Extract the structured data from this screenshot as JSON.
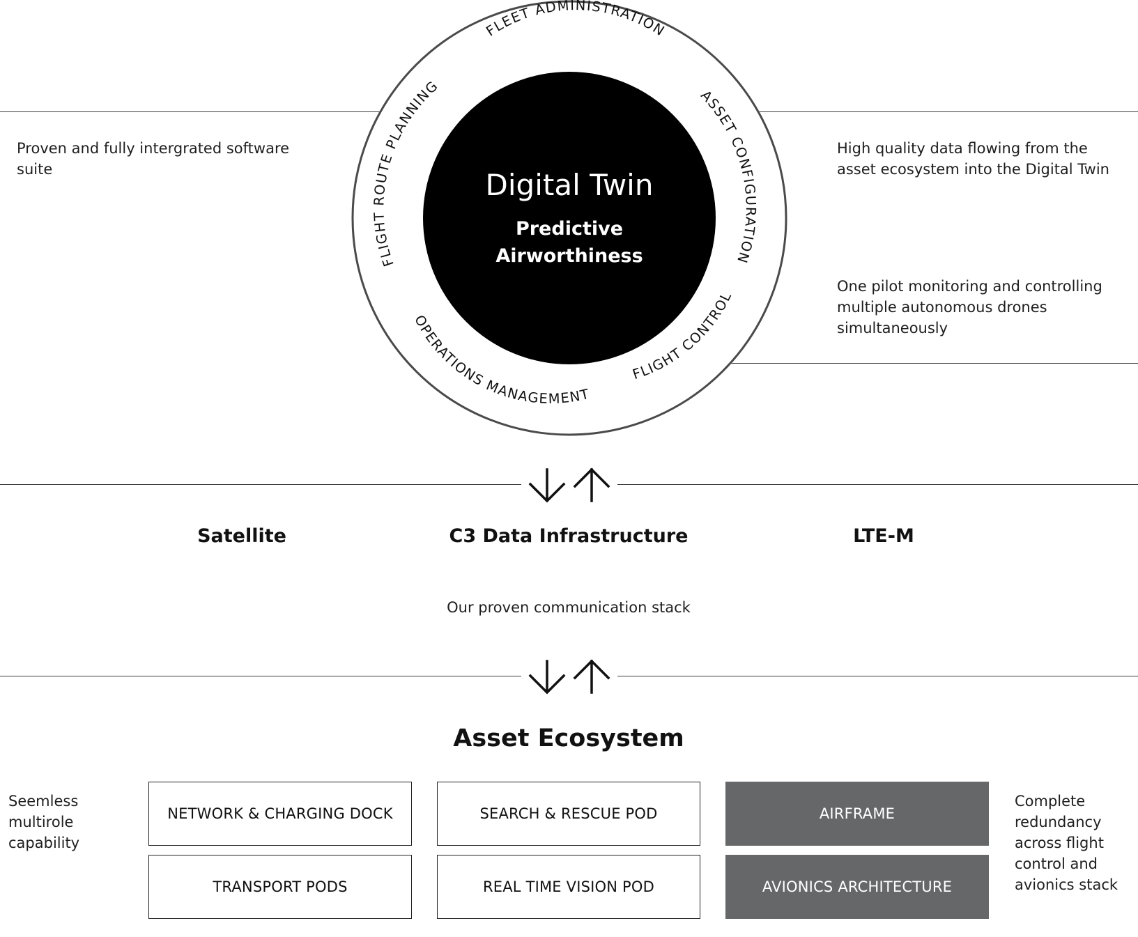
{
  "hub": {
    "title": "Digital Twin",
    "subtitle_line1": "Predictive",
    "subtitle_line2": "Airworthiness",
    "ring_labels": {
      "top": "FLEET ADMINISTRATION",
      "right": "ASSET CONFIGURATION",
      "bottom_right": "FLIGHT CONTROL",
      "bottom": "OPERATIONS MANAGEMENT",
      "left": "FLIGHT ROUTE PLANNING"
    }
  },
  "notes": {
    "left_top": "Proven and fully intergrated software suite",
    "right_top": "High quality data flowing from the asset ecosystem into the Digital Twin",
    "right_mid": "One pilot monitoring and controlling multiple autonomous drones simultaneously"
  },
  "comms": {
    "left": "Satellite",
    "center": "C3 Data Infrastructure",
    "right": "LTE-M",
    "caption": "Our proven communication stack"
  },
  "ecosystem": {
    "title": "Asset Ecosystem",
    "left_note": "Seemless multirole capability",
    "right_note": "Complete redundancy across flight control and avionics stack",
    "boxes": {
      "network_dock": "NETWORK & CHARGING DOCK",
      "search_rescue": "SEARCH & RESCUE POD",
      "airframe": "AIRFRAME",
      "transport": "TRANSPORT PODS",
      "vision": "REAL TIME VISION POD",
      "avionics": "AVIONICS ARCHITECTURE"
    }
  },
  "colors": {
    "hub_fill": "#000000",
    "ring_stroke": "#4a4a4a",
    "filled_box": "#666768"
  },
  "icons": [
    "arrow-down-icon",
    "arrow-up-icon"
  ]
}
